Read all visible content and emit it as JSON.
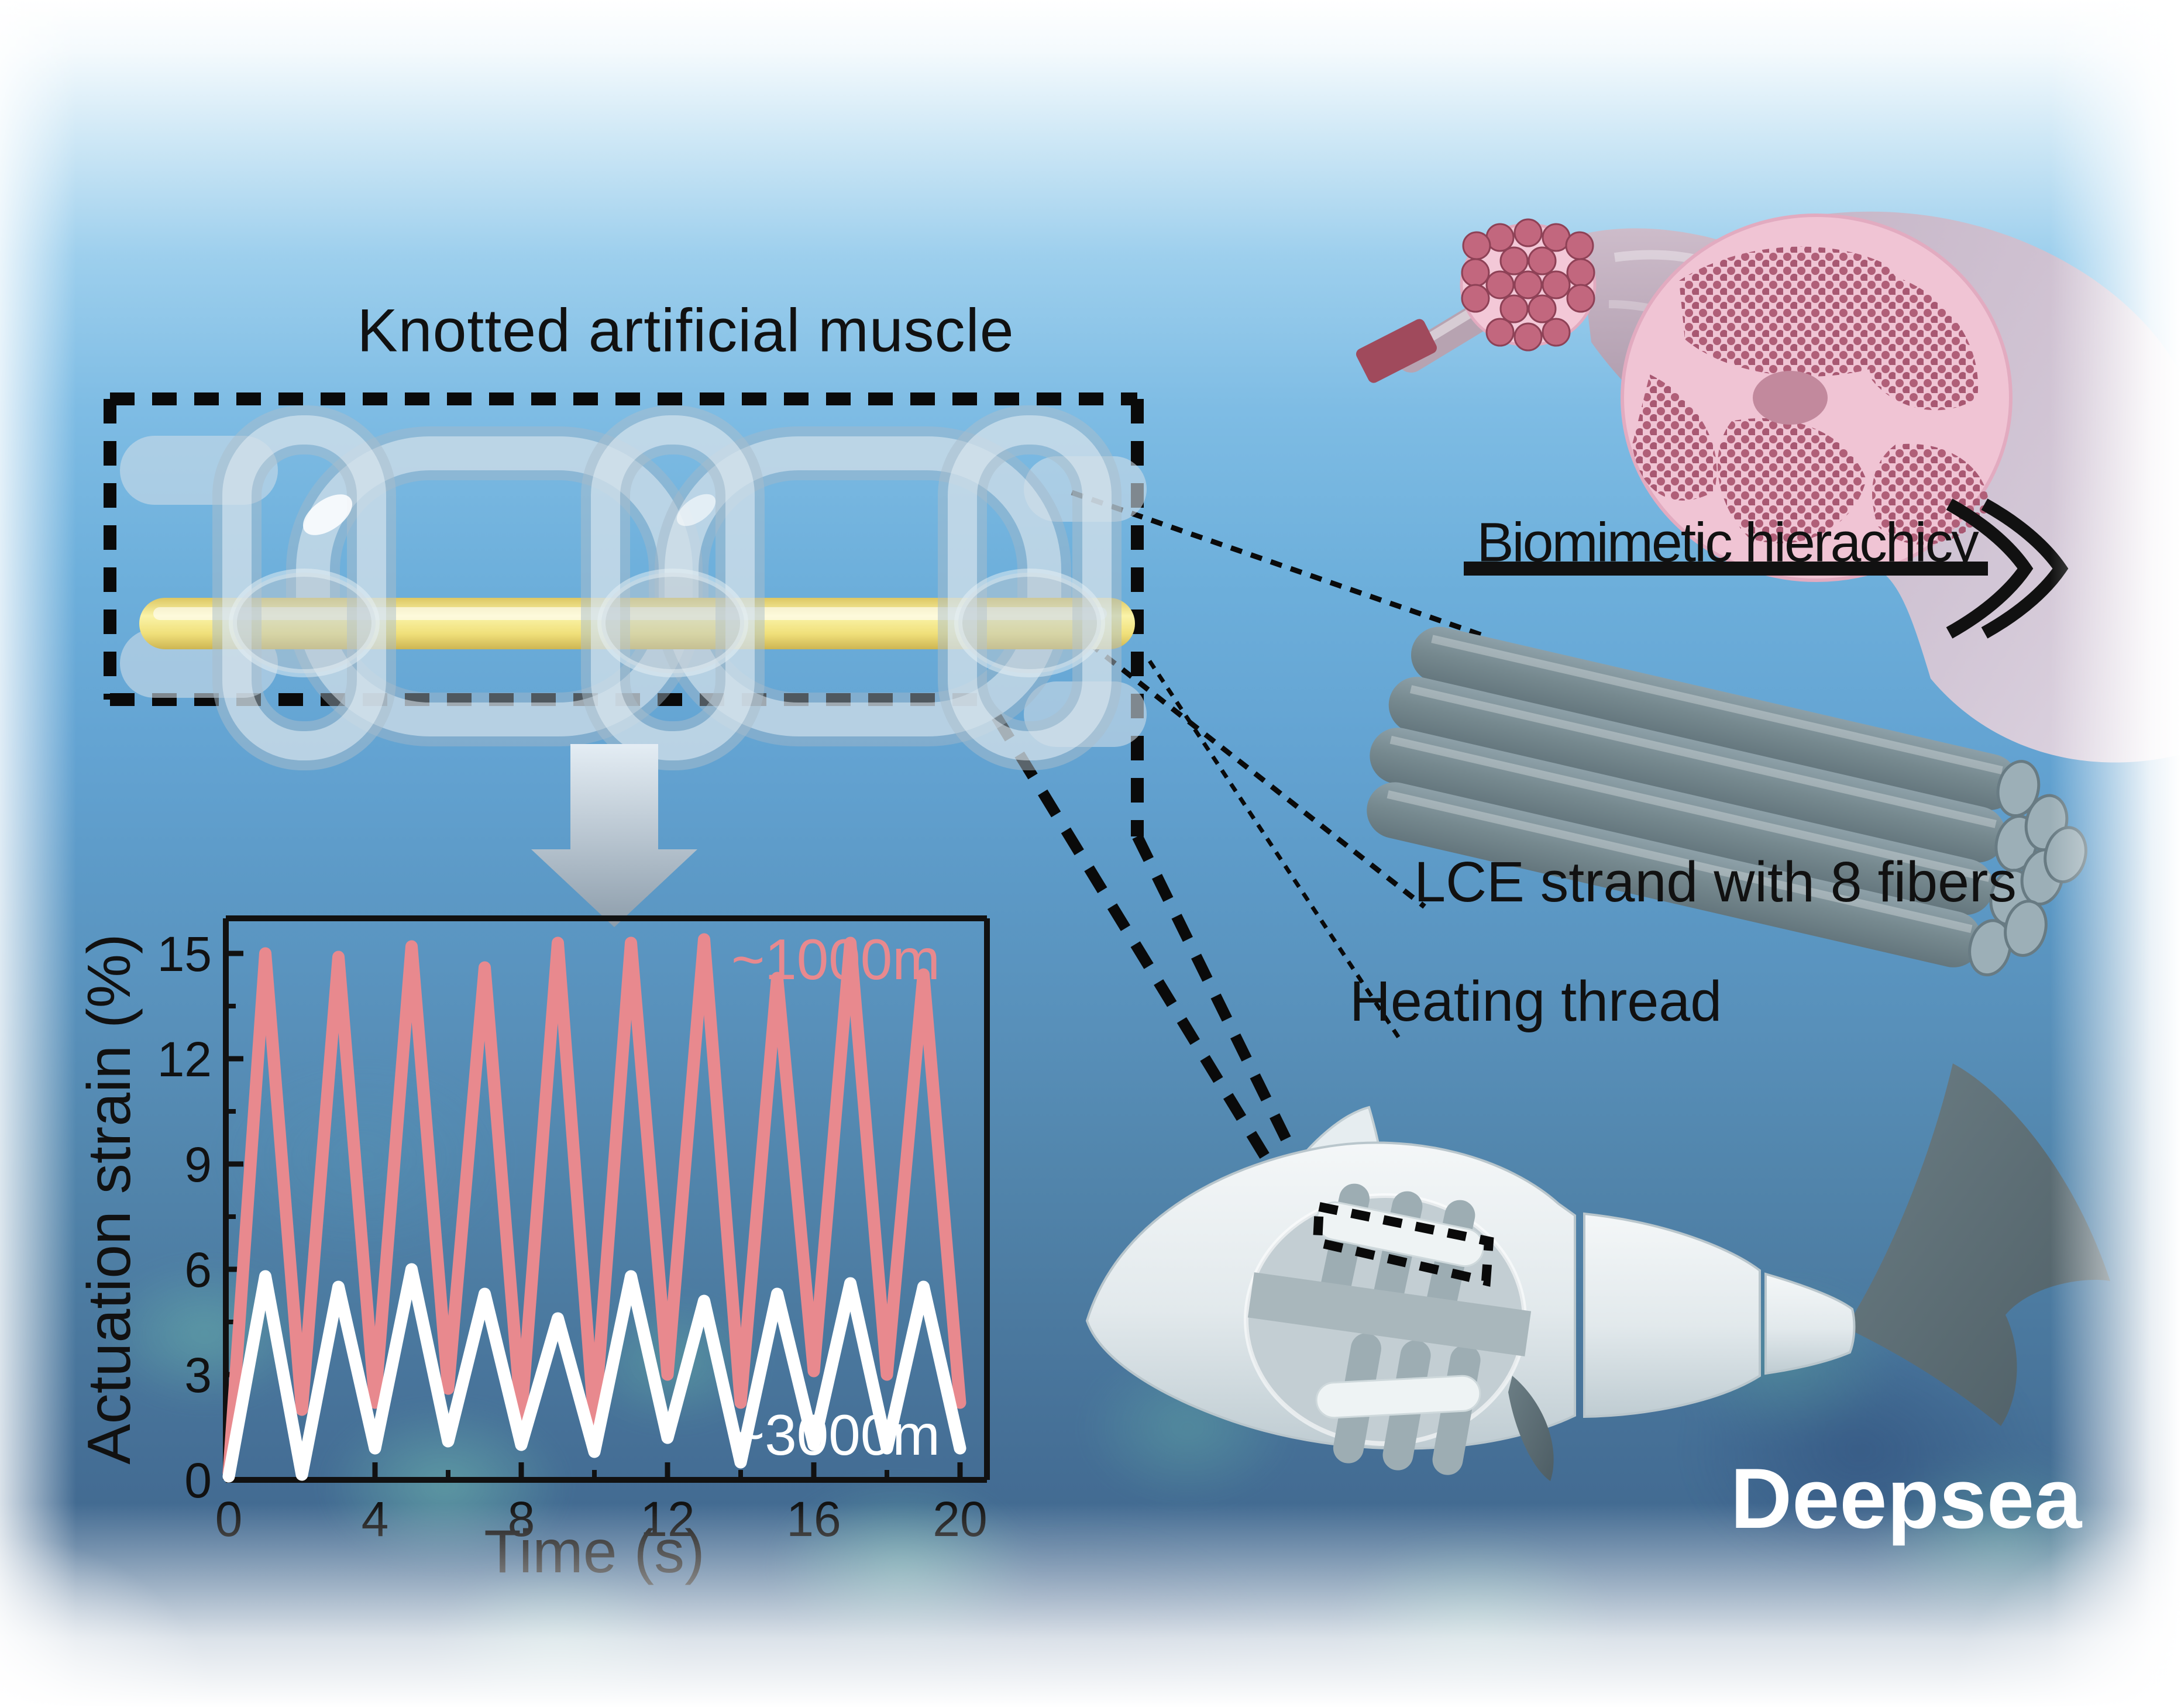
{
  "figure": {
    "title": "Knotted artificial muscle",
    "biomimetic_label": "Biomimetic hierachicy",
    "lce_label": "LCE strand with 8 fibers",
    "heating_label": "Heating thread",
    "deepsea_label": "Deepsea"
  },
  "colors": {
    "series_1000m": "#e8898e",
    "series_3000m": "#ffffff",
    "heating_rod_yellow": "#f3e47e",
    "axis_black": "#111111",
    "muscle_pink": "#f0c4d4",
    "fiber_dark_pink": "#b5607a",
    "lce_gray": "#76898f",
    "fish_fin_dark": "#5c6e74"
  },
  "chart_data": {
    "type": "line",
    "title": "",
    "xlabel": "Time (s)",
    "ylabel": "Actuation strain (%)",
    "xlim": [
      0,
      20
    ],
    "ylim": [
      0,
      15
    ],
    "xticks": [
      0,
      4,
      8,
      12,
      16,
      20
    ],
    "yticks": [
      0,
      3,
      6,
      9,
      12,
      15
    ],
    "grid": false,
    "legend_position": "inline",
    "x": [
      0,
      1,
      2,
      3,
      4,
      5,
      6,
      7,
      8,
      9,
      10,
      11,
      12,
      13,
      14,
      15,
      16,
      17,
      18,
      19,
      20
    ],
    "series": [
      {
        "name": "~1000m",
        "color": "#e8898e",
        "label_pos": [
          16.6,
          14.8
        ],
        "values": [
          0.2,
          15.0,
          2.0,
          14.9,
          2.2,
          15.2,
          2.6,
          14.6,
          1.8,
          15.3,
          1.6,
          15.3,
          3.0,
          15.4,
          2.2,
          14.3,
          3.1,
          15.3,
          3.0,
          14.4,
          2.2
        ]
      },
      {
        "name": "~3000m",
        "color": "#ffffff",
        "label_pos": [
          16.6,
          1.25
        ],
        "values": [
          0.1,
          5.8,
          0.15,
          5.5,
          0.9,
          6.0,
          1.1,
          5.3,
          1.0,
          4.6,
          0.8,
          5.8,
          1.2,
          5.1,
          0.5,
          5.3,
          1.0,
          5.6,
          0.9,
          5.5,
          0.9
        ]
      }
    ]
  }
}
